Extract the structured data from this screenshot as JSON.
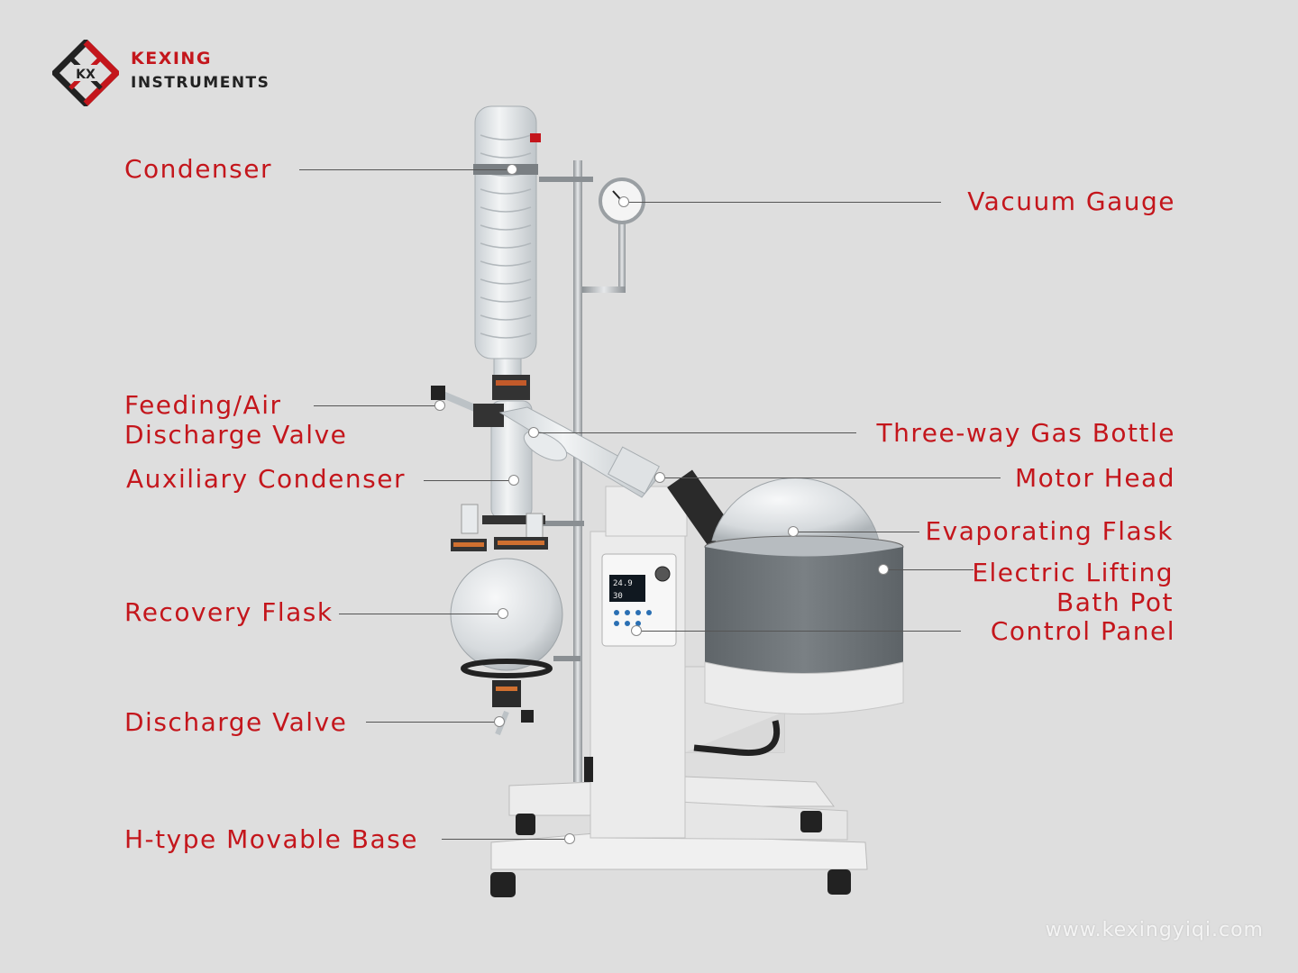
{
  "brand": {
    "line1": "KEXING",
    "line2": "INSTRUMENTS",
    "mark_text": "KX",
    "colors": {
      "red": "#c4161c",
      "dark": "#222222"
    }
  },
  "labels": {
    "condenser": "Condenser",
    "feeding_valve_line1": "Feeding/Air",
    "feeding_valve_line2": "Discharge Valve",
    "auxiliary_condenser": "Auxiliary Condenser",
    "recovery_flask": "Recovery Flask",
    "discharge_valve": "Discharge Valve",
    "base": "H-type Movable Base",
    "vacuum_gauge": "Vacuum Gauge",
    "gas_bottle": "Three-way Gas Bottle",
    "motor_head": "Motor Head",
    "evaporating_flask": "Evaporating Flask",
    "bath_pot_line1": "Electric Lifting",
    "bath_pot_line2": "Bath Pot",
    "control_panel": "Control Panel"
  },
  "panel": {
    "display_top": "24.9",
    "display_bottom": "30"
  },
  "website": "www.kexingyiqi.com",
  "colors": {
    "label_red": "#c4161c",
    "background": "#dedede",
    "bath_gray": "#6f7579"
  }
}
